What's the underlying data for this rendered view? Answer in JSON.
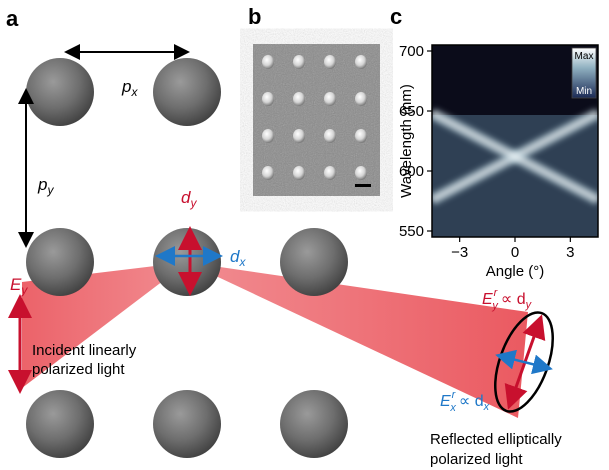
{
  "panels": {
    "a": "a",
    "b": "b",
    "c": "c"
  },
  "labels": {
    "px_main": "p",
    "px_sub": "x",
    "py_main": "p",
    "py_sub": "y",
    "dy_main": "d",
    "dy_sub": "y",
    "dx_main": "d",
    "dx_sub": "x",
    "ey_main": "E",
    "ey_sub": "y",
    "incident_line1": "Incident linearly",
    "incident_line2": "polarized light",
    "eyr_main": "E",
    "eyr_sup": "r",
    "eyr_sub": "y",
    "eyr_prop": "∝ d",
    "eyr_prop_sub": "y",
    "exr_main": "E",
    "exr_sup": "r",
    "exr_sub": "x",
    "exr_prop": "∝ d",
    "exr_prop_sub": "x",
    "reflected_line1": "Reflected elliptically",
    "reflected_line2": "polarized light"
  },
  "colors": {
    "red": "#c8102e",
    "blue": "#1f78c8",
    "beam": "#e8474f",
    "particle": "#6b6b6b"
  },
  "chart_data": {
    "type": "heatmap",
    "xlabel": "Angle (°)",
    "ylabel": "Wavelength (nm)",
    "x_ticks": [
      "−3",
      "0",
      "3"
    ],
    "y_ticks": [
      "700",
      "650",
      "600",
      "550"
    ],
    "xlim": [
      -4.5,
      4.5
    ],
    "ylim": [
      545,
      705
    ],
    "colorbar": {
      "max_label": "Max",
      "min_label": "Min"
    },
    "bands": [
      {
        "name": "",
        "at_angle_0": 612,
        "slope_nm_per_deg": 8
      },
      {
        "name": "",
        "at_angle_0": 612,
        "slope_nm_per_deg": -8
      }
    ]
  }
}
